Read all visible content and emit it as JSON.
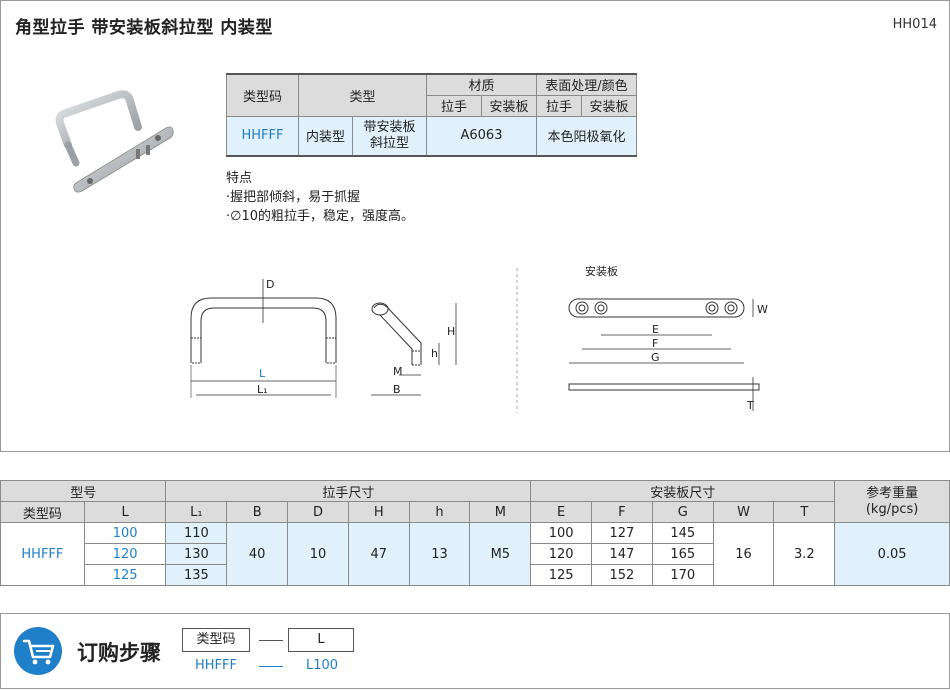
{
  "header": {
    "title": "角型拉手  带安装板斜拉型  内装型",
    "code": "HH014"
  },
  "spec_table": {
    "h_type_code": "类型码",
    "h_type": "类型",
    "h_material": "材质",
    "h_surface": "表面处理/颜色",
    "h_handle": "拉手",
    "h_plate": "安装板",
    "h_handle2": "拉手",
    "h_plate2": "安装板",
    "type_code": "HHFFF",
    "type1": "内装型",
    "type2a": "带安装板",
    "type2b": "斜拉型",
    "material": "A6063",
    "surface": "本色阳极氧化"
  },
  "features": {
    "title": "特点",
    "items": [
      "·握把部倾斜，易于抓握",
      "·∅10的粗拉手，稳定，强度高。"
    ]
  },
  "drawing": {
    "plate_title": "安装板",
    "labels": [
      "D",
      "L",
      "L₁",
      "H",
      "h",
      "M",
      "B",
      "W",
      "E",
      "F",
      "G",
      "T"
    ]
  },
  "dim_table": {
    "h_model": "型号",
    "h_handle_size": "拉手尺寸",
    "h_plate_size": "安装板尺寸",
    "h_weight1": "参考重量",
    "h_weight2": "(kg/pcs)",
    "h_type_code": "类型码",
    "cols": [
      "L",
      "L₁",
      "B",
      "D",
      "H",
      "h",
      "M",
      "E",
      "F",
      "G",
      "W",
      "T"
    ],
    "type_code": "HHFFF",
    "B": "40",
    "D": "10",
    "H": "47",
    "h": "13",
    "M": "M5",
    "W": "16",
    "T": "3.2",
    "weight": "0.05",
    "rows": [
      {
        "L": "100",
        "L1": "110",
        "E": "100",
        "F": "127",
        "G": "145"
      },
      {
        "L": "120",
        "L1": "130",
        "E": "120",
        "F": "147",
        "G": "165"
      },
      {
        "L": "125",
        "L1": "135",
        "E": "125",
        "F": "152",
        "G": "170"
      }
    ]
  },
  "order": {
    "title": "订购步骤",
    "box1": "类型码",
    "box2": "L",
    "example_code": "HHFFF",
    "example_L": "L100"
  },
  "colors": {
    "accent": "#1f7fc9",
    "header_bg": "#dcdcdc",
    "value_bg": "#e1f1fb"
  }
}
